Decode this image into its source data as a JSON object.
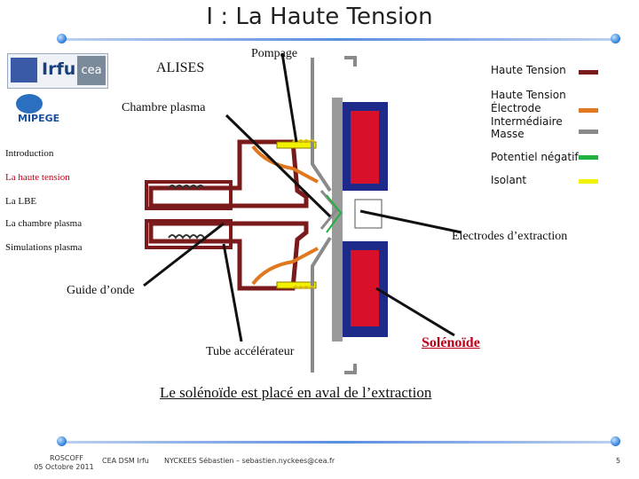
{
  "slide": {
    "title": "I : La Haute Tension",
    "subtitle": "Le solénoïde est placé en aval de l’extraction"
  },
  "logos": {
    "irfu_text": "Irfu",
    "cea_text": "cea",
    "mipege_text": "MIPEGE"
  },
  "sidebar": {
    "items": [
      {
        "label": "Introduction",
        "active": false
      },
      {
        "label": "La haute tension",
        "active": true
      },
      {
        "label": "La LBE",
        "active": false
      },
      {
        "label": "La chambre plasma",
        "active": false
      },
      {
        "label": "Simulations plasma",
        "active": false
      }
    ]
  },
  "diagram": {
    "labels": {
      "alises": "ALISES",
      "pompage": "Pompage",
      "chambre_plasma": "Chambre plasma",
      "electrodes": "Electrodes d’extraction",
      "guide_onde": "Guide d’onde",
      "tube": "Tube accélérateur",
      "solenoide": "Solénoïde"
    }
  },
  "legend": {
    "items": [
      {
        "label": "Haute Tension",
        "color": "#7a1a1a"
      },
      {
        "label": "Haute Tension Électrode Intermédiaire",
        "color": "#e07820"
      },
      {
        "label": "Masse",
        "color": "#8a8a8a"
      },
      {
        "label": "Potentiel négatif",
        "color": "#22b040"
      },
      {
        "label": "Isolant",
        "color": "#f2f200"
      }
    ]
  },
  "footer": {
    "venue": "ROSCOFF",
    "date": "05 Octobre 2011",
    "org": "CEA DSM Irfu",
    "author": "NYCKEES Sébastien – sebastien.nyckees@cea.fr",
    "page": "5"
  }
}
